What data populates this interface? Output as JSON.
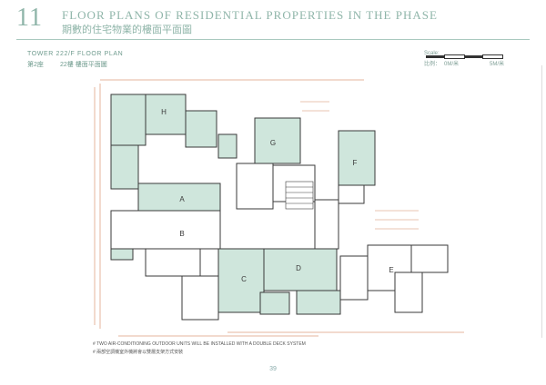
{
  "header": {
    "number": "11",
    "title_en": "FLOOR PLANS OF RESIDENTIAL PROPERTIES IN THE PHASE",
    "title_zh": "期數的住宅物業的樓面平面圖"
  },
  "plan_title": {
    "tower_en": "TOWER 2",
    "floor_en": "22/F FLOOR PLAN",
    "tower_zh": "第2座",
    "floor_zh": "22樓 樓面平面圖"
  },
  "scale": {
    "label_en": "Scale:",
    "label_zh": "比例：",
    "start": "0M/米",
    "end": "5M/米"
  },
  "unit_labels": [
    "A",
    "B",
    "C",
    "D",
    "E",
    "F",
    "G",
    "H"
  ],
  "notes": [
    "# TWO AIR-CONDITIONING OUTDOOR UNITS WILL BE INSTALLED WITH A DOUBLE DECK SYSTEM",
    "# 兩部空調機室外機將會以雙層支架方式安裝"
  ],
  "page_number": "39",
  "colors": {
    "accent": "#8fb5a9",
    "fill": "#cfe6dc",
    "wall": "#3a3a3a",
    "dimension": "#c96b3a"
  }
}
